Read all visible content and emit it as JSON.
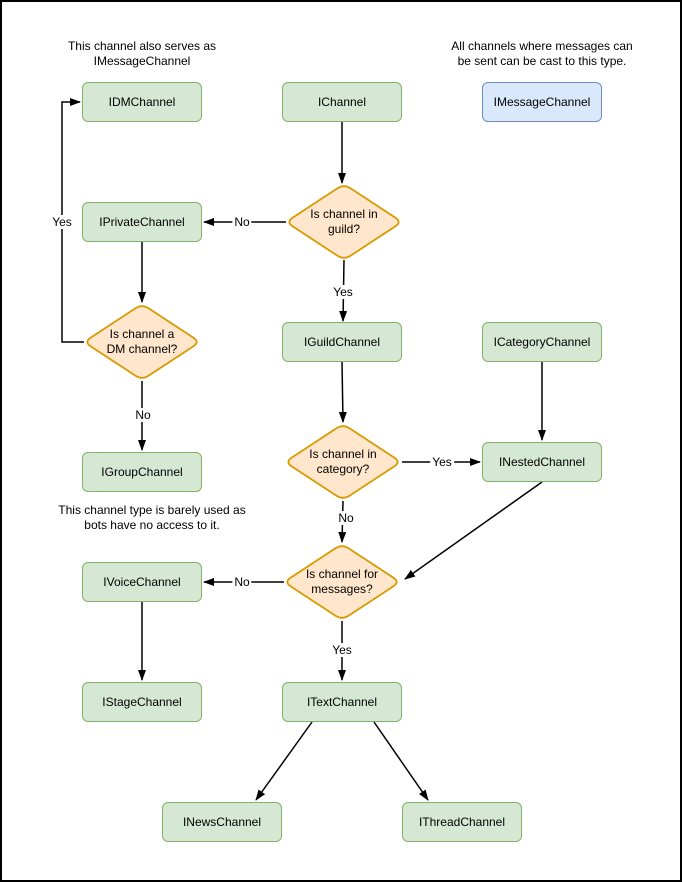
{
  "notes": {
    "dm_note": "This channel also serves as\nIMessageChannel",
    "message_note": "All channels where messages can\nbe sent can be cast to this type.",
    "group_note": "This channel type is barely used as\nbots have no access to it."
  },
  "nodes": {
    "idm": "IDMChannel",
    "ichannel": "IChannel",
    "imessage": "IMessageChannel",
    "iprivate": "IPrivateChannel",
    "iguild": "IGuildChannel",
    "icategory": "ICategoryChannel",
    "igroup": "IGroupChannel",
    "inested": "INestedChannel",
    "ivoice": "IVoiceChannel",
    "istage": "IStageChannel",
    "itext": "ITextChannel",
    "inews": "INewsChannel",
    "ithread": "IThreadChannel"
  },
  "decisions": {
    "in_guild": "Is channel in\nguild?",
    "is_dm": "Is channel a\nDM channel?",
    "in_category": "Is channel in\ncategory?",
    "for_messages": "Is channel for\nmessages?"
  },
  "edge_labels": {
    "dm_yes": "Yes",
    "guild_no": "No",
    "guild_yes": "Yes",
    "dm_no": "No",
    "category_yes": "Yes",
    "category_no": "No",
    "messages_no": "No",
    "messages_yes": "Yes"
  },
  "colors": {
    "green_fill": "#d5e8d4",
    "green_stroke": "#82b366",
    "orange_fill": "#ffe6cc",
    "orange_stroke": "#d79b00",
    "blue_fill": "#dae8fc",
    "blue_stroke": "#6c8ebf",
    "connector": "#000000"
  }
}
